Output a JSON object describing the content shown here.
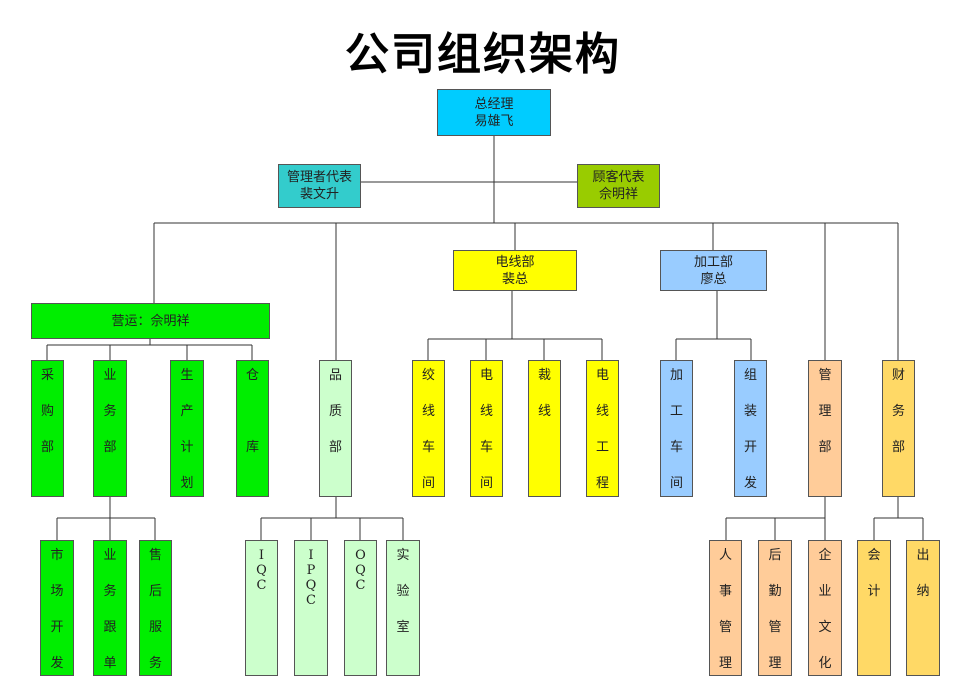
{
  "title": "公司组织架构",
  "colors": {
    "cyan": "#00CCFF",
    "teal": "#33CCCC",
    "olive": "#99CC00",
    "green": "#00EE00",
    "lightgreen": "#CCFFCC",
    "yellow": "#FFFF00",
    "blue": "#99CCFF",
    "peach": "#FFCC99",
    "gold": "#FFD966",
    "line": "#333333"
  },
  "nodes": {
    "gm": {
      "line1": "总经理",
      "line2": "易雄飞"
    },
    "mgmt_rep": {
      "line1": "管理者代表",
      "line2": "裴文升"
    },
    "cust_rep": {
      "line1": "顾客代表",
      "line2": "佘明祥"
    },
    "wire_dept": {
      "line1": "电线部",
      "line2": "裴总"
    },
    "process_dept": {
      "line1": "加工部",
      "line2": "廖总"
    },
    "operations": {
      "label": "营运：佘明祥"
    },
    "purchase": {
      "chars": [
        "采",
        "购",
        "部"
      ]
    },
    "business": {
      "chars": [
        "业",
        "务",
        "部"
      ]
    },
    "production_plan": {
      "chars": [
        "生",
        "产",
        "计",
        "划"
      ]
    },
    "warehouse": {
      "chars": [
        "仓",
        "",
        "库"
      ]
    },
    "quality": {
      "chars": [
        "品",
        "质",
        "部"
      ]
    },
    "twist_workshop": {
      "chars": [
        "绞",
        "线",
        "车",
        "间"
      ]
    },
    "wire_workshop": {
      "chars": [
        "电",
        "线",
        "车",
        "间"
      ]
    },
    "cutting": {
      "chars": [
        "裁",
        "线"
      ]
    },
    "wire_eng": {
      "chars": [
        "电",
        "线",
        "工",
        "程"
      ]
    },
    "process_workshop": {
      "chars": [
        "加",
        "工",
        "车",
        "间"
      ]
    },
    "assembly_dev": {
      "chars": [
        "组",
        "装",
        "开",
        "发"
      ]
    },
    "admin": {
      "chars": [
        "管",
        "理",
        "部"
      ]
    },
    "finance": {
      "chars": [
        "财",
        "务",
        "部"
      ]
    },
    "market_dev": {
      "chars": [
        "市",
        "场",
        "开",
        "发"
      ]
    },
    "biz_follow": {
      "chars": [
        "业",
        "务",
        "跟",
        "单"
      ]
    },
    "after_sales": {
      "chars": [
        "售",
        "后",
        "服",
        "务"
      ]
    },
    "iqc": {
      "chars": [
        "I",
        "Q",
        "C"
      ]
    },
    "ipqc": {
      "chars": [
        "I",
        "P",
        "Q",
        "C"
      ]
    },
    "oqc": {
      "chars": [
        "O",
        "Q",
        "C"
      ]
    },
    "lab": {
      "chars": [
        "实",
        "验",
        "室"
      ]
    },
    "hr": {
      "chars": [
        "人",
        "事",
        "管",
        "理"
      ]
    },
    "logistics": {
      "chars": [
        "后",
        "勤",
        "管",
        "理"
      ]
    },
    "culture": {
      "chars": [
        "企",
        "业",
        "文",
        "化"
      ]
    },
    "accounting": {
      "chars": [
        "会",
        "计"
      ]
    },
    "cashier": {
      "chars": [
        "出",
        "纳"
      ]
    }
  }
}
